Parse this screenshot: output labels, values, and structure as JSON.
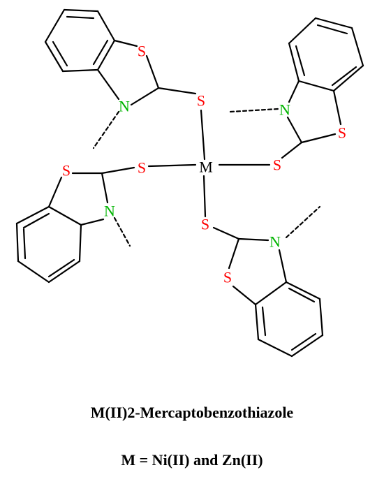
{
  "atoms": {
    "metal": "M",
    "sulfur": "S",
    "nitrogen": "N"
  },
  "colors": {
    "sulfur": "#ff0000",
    "nitrogen": "#00b400",
    "metal": "#000000",
    "bond": "#000000"
  },
  "captions": {
    "title": "M(II)2-Mercaptobenzothiazole",
    "subtitle": "M = Ni(II) and Zn(II)"
  }
}
